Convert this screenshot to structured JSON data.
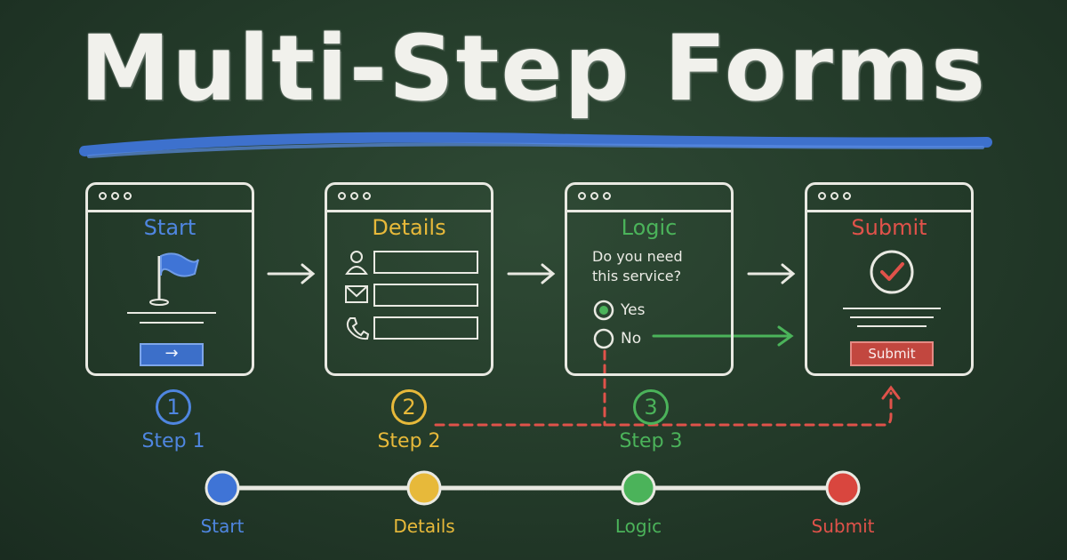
{
  "title": "Multi-Step Forms",
  "colors": {
    "chalk": "#e9e9e2",
    "blue": "#4f86e0",
    "yellow": "#e7b93a",
    "green": "#4bb35a",
    "red": "#e0524a",
    "board": "#233a29"
  },
  "windows": {
    "start": {
      "title": "Start",
      "button_glyph": "→",
      "icon": "flag-icon"
    },
    "details": {
      "title": "Details",
      "fields": [
        {
          "icon": "user-icon"
        },
        {
          "icon": "envelope-icon"
        },
        {
          "icon": "phone-icon"
        }
      ]
    },
    "logic": {
      "title": "Logic",
      "question_line1": "Do you need",
      "question_line2": "this service?",
      "option_yes": "Yes",
      "option_no": "No"
    },
    "submit": {
      "title": "Submit",
      "button_label": "Submit",
      "icon": "checkmark-icon"
    }
  },
  "steps": [
    {
      "number": "1",
      "label": "Step 1"
    },
    {
      "number": "2",
      "label": "Step 2"
    },
    {
      "number": "3",
      "label": "Step 3"
    }
  ],
  "progress": [
    {
      "label": "Start"
    },
    {
      "label": "Details"
    },
    {
      "label": "Logic"
    },
    {
      "label": "Submit"
    }
  ]
}
